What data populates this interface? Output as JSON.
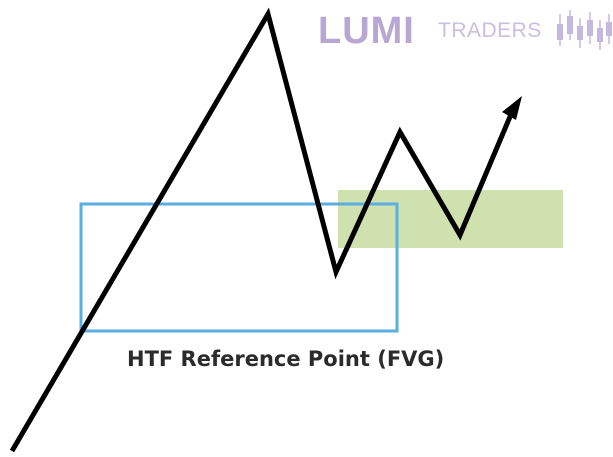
{
  "brand": {
    "name": "LUMI",
    "tagline": "TRADERS",
    "logo_icon": "candlestick-chart-icon",
    "color": "#b7a7d2"
  },
  "diagram": {
    "caption": "HTF Reference Point (FVG)",
    "colors": {
      "price_line": "#000000",
      "htf_box": "#5aaee0",
      "fvg_zone": "#c5dca0"
    },
    "icons": [
      "arrow-up-right-icon"
    ]
  }
}
